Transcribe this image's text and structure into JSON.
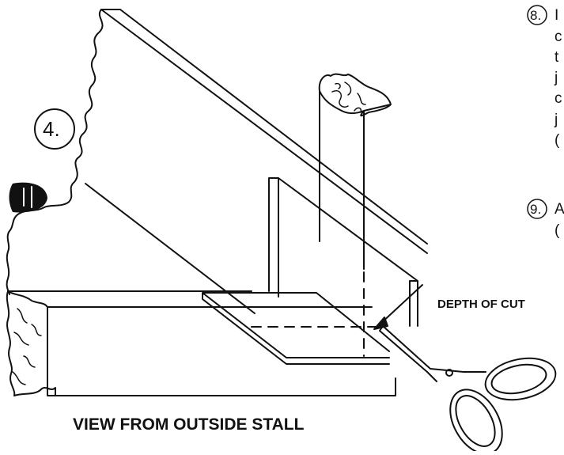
{
  "diagram": {
    "step_4": "4.",
    "step_8": "8.",
    "step_9": "9.",
    "step_8_fragments": [
      "I",
      "c",
      "t",
      "j",
      "c",
      "j",
      "("
    ],
    "step_9_fragments": [
      "A",
      "("
    ],
    "depth_label": "DEPTH OF CUT",
    "caption": "VIEW FROM OUTSIDE STALL"
  }
}
